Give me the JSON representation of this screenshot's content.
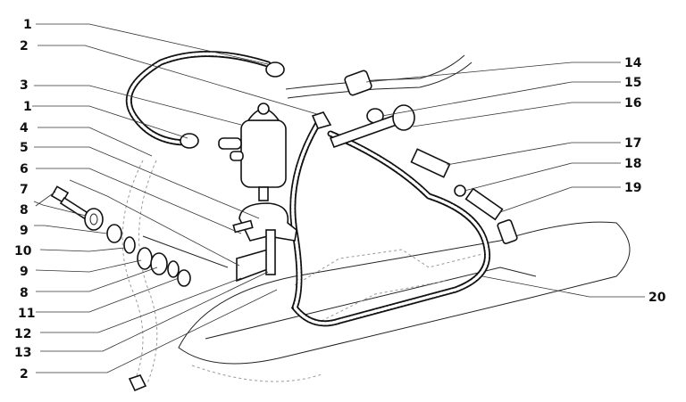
{
  "diagram": {
    "left_labels": [
      "1",
      "2",
      "3",
      "1",
      "4",
      "5",
      "6",
      "7",
      "8",
      "9",
      "10",
      "9",
      "8",
      "11",
      "12",
      "13",
      "2"
    ],
    "right_labels": [
      "14",
      "15",
      "16",
      "17",
      "18",
      "19",
      "20"
    ]
  }
}
